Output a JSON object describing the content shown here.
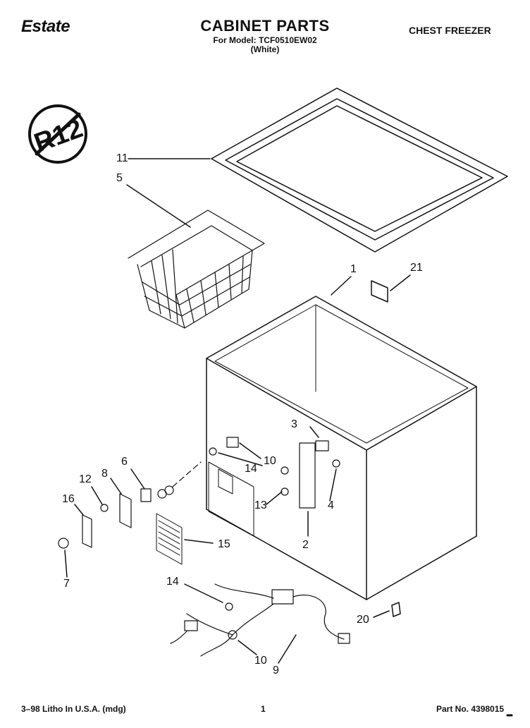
{
  "header": {
    "brand": "Estate",
    "title": "CABINET PARTS",
    "model_line": "For Model: TCF0510EW02",
    "color_line": "(White)",
    "product": "CHEST FREEZER"
  },
  "badge": {
    "text": "R12"
  },
  "callouts": [
    "11",
    "5",
    "1",
    "21",
    "3",
    "14",
    "10",
    "6",
    "12",
    "8",
    "13",
    "4",
    "16",
    "15",
    "2",
    "7",
    "14",
    "20",
    "10",
    "9"
  ],
  "footer": {
    "printed": "3–98 Litho In U.S.A. (mdg)",
    "page": "1",
    "part_no": "Part No. 4398015"
  }
}
